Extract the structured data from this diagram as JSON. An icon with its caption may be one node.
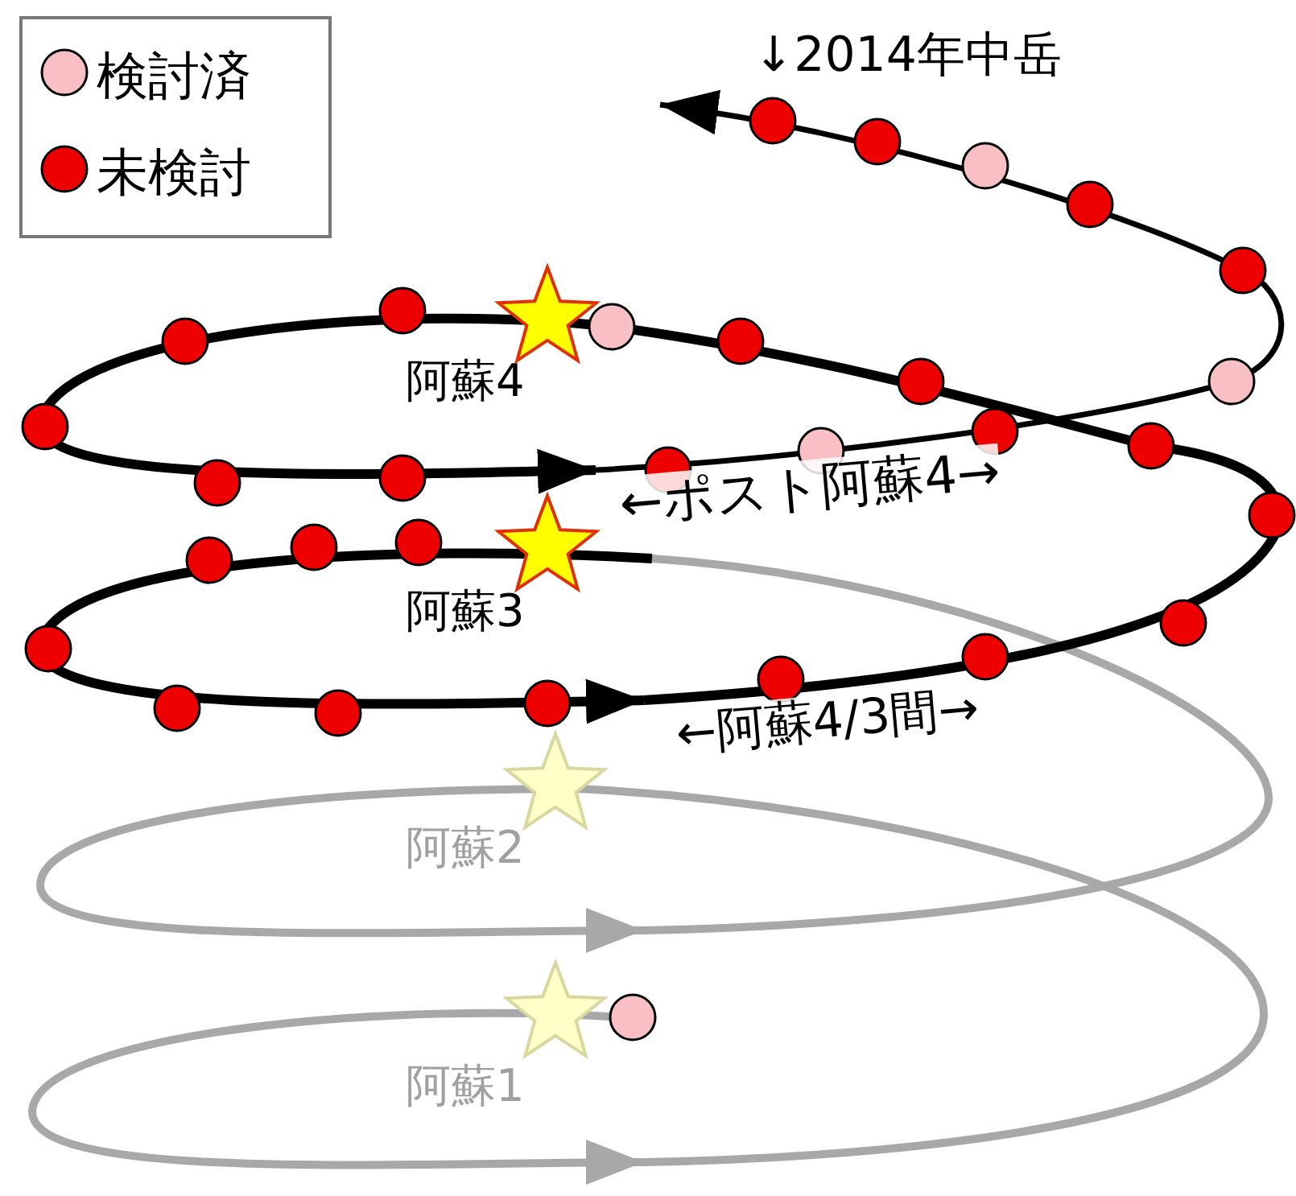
{
  "diagram": {
    "labels": [
      "↓2014年中岳",
      "阿蘇4",
      "←ポスト阿蘇4→",
      "阿蘇3",
      "←阿蘇4/3間→",
      "阿蘇2",
      "阿蘇1"
    ],
    "legend": [
      {
        "text": "検討済",
        "color": "#f8c0c4"
      },
      {
        "text": "未検討",
        "color": "#ee0000"
      }
    ]
  }
}
